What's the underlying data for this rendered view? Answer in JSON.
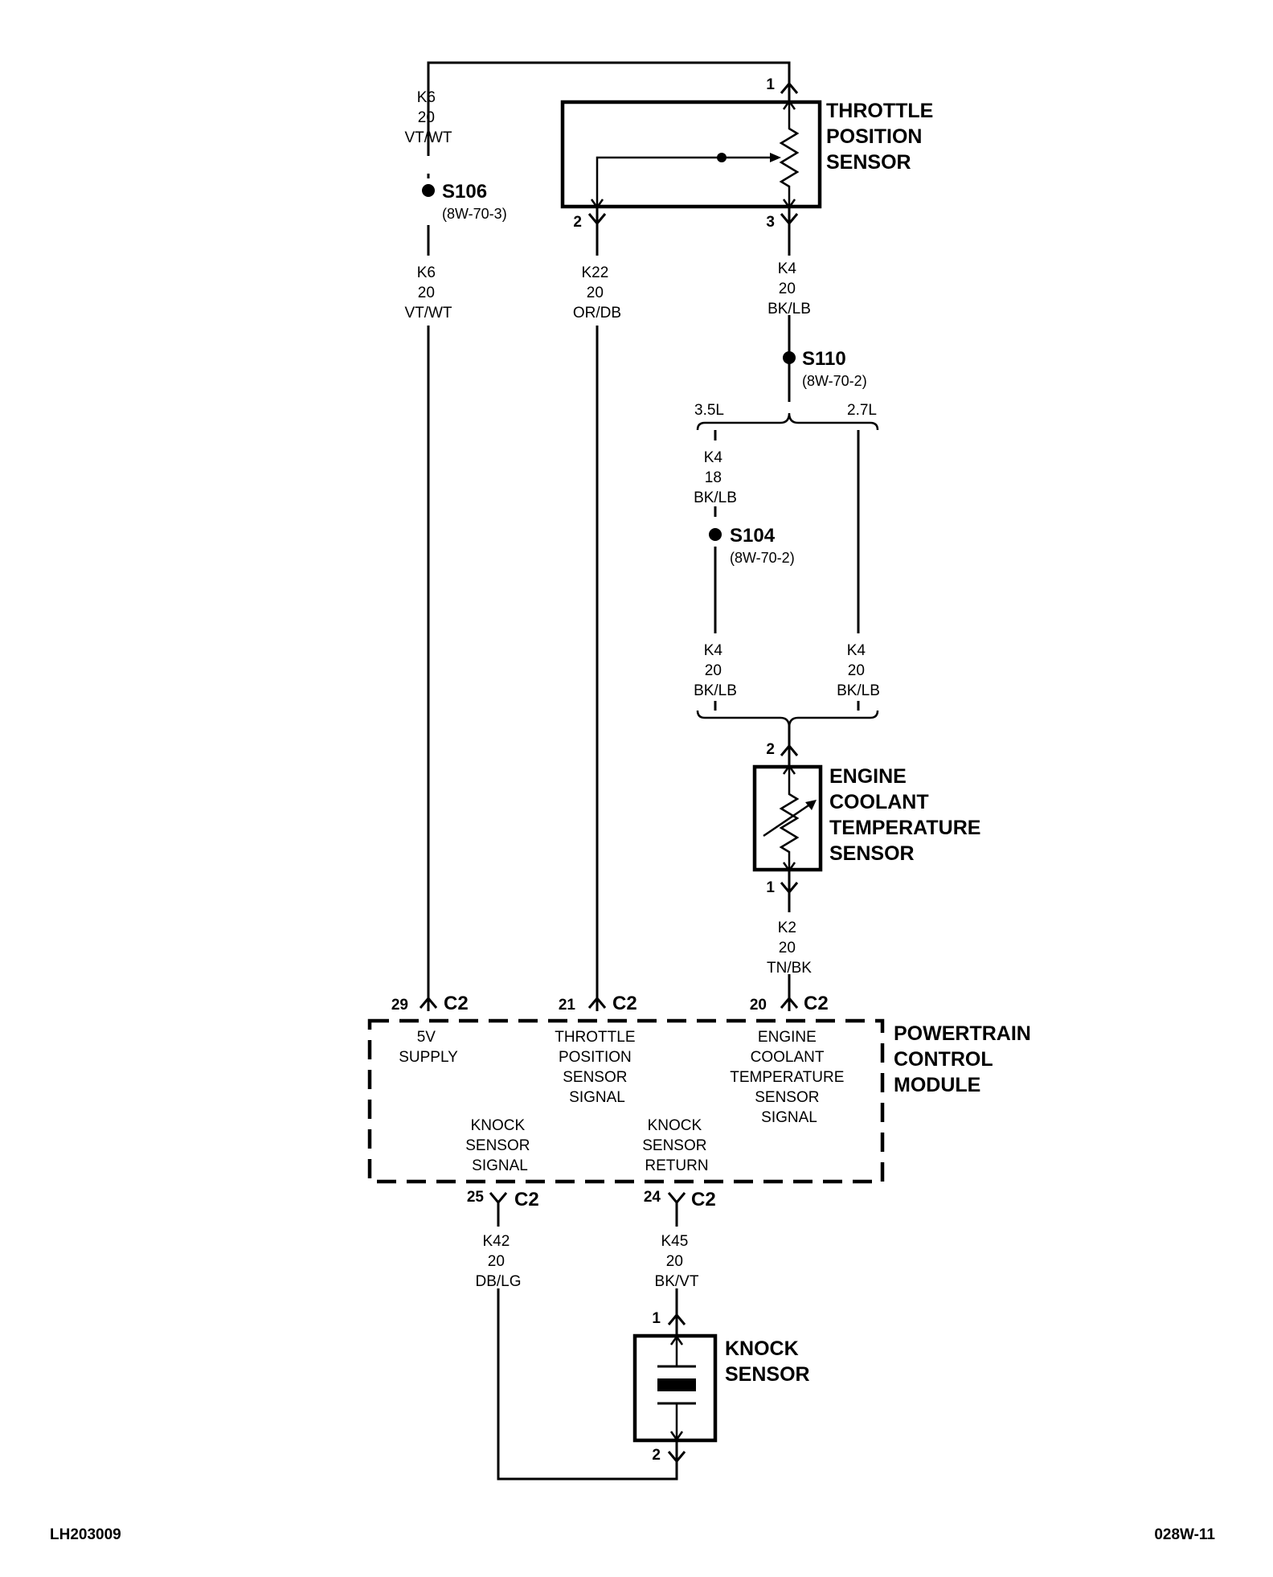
{
  "components": {
    "throttle_position_sensor": [
      "THROTTLE",
      "POSITION",
      "SENSOR"
    ],
    "engine_coolant_temperature_sensor": [
      "ENGINE",
      "COOLANT",
      "TEMPERATURE",
      "SENSOR"
    ],
    "powertrain_control_module": [
      "POWERTRAIN",
      "CONTROL",
      "MODULE"
    ],
    "knock_sensor": [
      "KNOCK",
      "SENSOR"
    ]
  },
  "pins": {
    "tps_1": "1",
    "tps_2": "2",
    "tps_3": "3",
    "ect_2": "2",
    "ect_1": "1",
    "pcm_29": "29",
    "pcm_21": "21",
    "pcm_20": "20",
    "pcm_25": "25",
    "pcm_24": "24",
    "ks_1": "1",
    "ks_2": "2"
  },
  "connector": "C2",
  "wires": {
    "k6_upper": [
      "K6",
      "20",
      "VT/WT"
    ],
    "k6_lower": [
      "K6",
      "20",
      "VT/WT"
    ],
    "k22": [
      "K22",
      "20",
      "OR/DB"
    ],
    "k4_top": [
      "K4",
      "20",
      "BK/LB"
    ],
    "k4_35": [
      "K4",
      "18",
      "BK/LB"
    ],
    "k4_left": [
      "K4",
      "20",
      "BK/LB"
    ],
    "k4_right": [
      "K4",
      "20",
      "BK/LB"
    ],
    "k2": [
      "K2",
      "20",
      "TN/BK"
    ],
    "k42": [
      "K42",
      "20",
      "DB/LG"
    ],
    "k45": [
      "K45",
      "20",
      "BK/VT"
    ]
  },
  "splices": {
    "s106": {
      "name": "S106",
      "ref": "(8W-70-3)"
    },
    "s110": {
      "name": "S110",
      "ref": "(8W-70-2)"
    },
    "s104": {
      "name": "S104",
      "ref": "(8W-70-2)"
    }
  },
  "branches": {
    "left": "3.5L",
    "right": "2.7L"
  },
  "pcm_circuits": {
    "supply_5v": [
      "5V",
      "SUPPLY"
    ],
    "tps_signal": [
      "THROTTLE",
      "POSITION",
      "SENSOR",
      "SIGNAL"
    ],
    "ect_signal": [
      "ENGINE",
      "COOLANT",
      "TEMPERATURE",
      "SENSOR",
      "SIGNAL"
    ],
    "knock_signal": [
      "KNOCK",
      "SENSOR",
      "SIGNAL"
    ],
    "knock_return": [
      "KNOCK",
      "SENSOR",
      "RETURN"
    ]
  },
  "footer": {
    "left_code": "LH203009",
    "right_code": "028W-11"
  }
}
